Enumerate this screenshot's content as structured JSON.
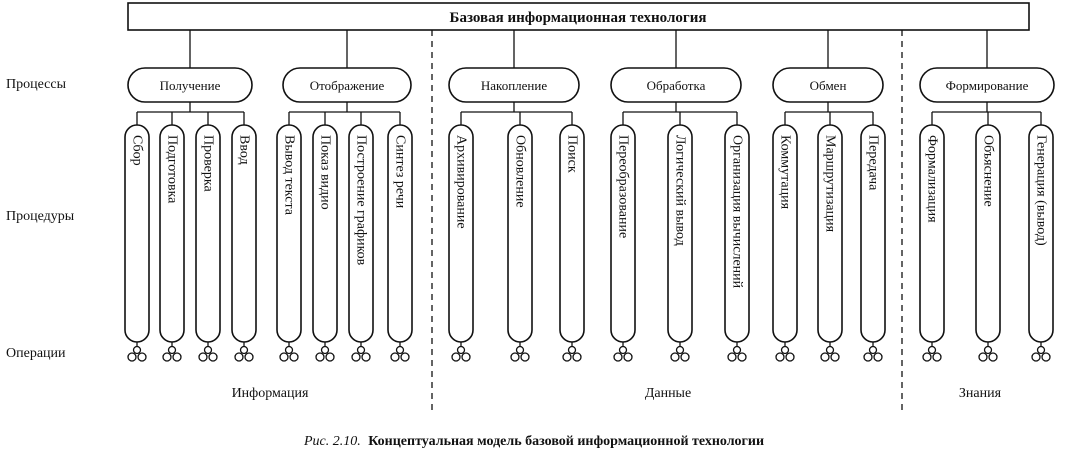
{
  "title": "Базовая информационная технология",
  "row_labels": {
    "processes": "Процессы",
    "procedures": "Процедуры",
    "operations": "Операции"
  },
  "process_groups": [
    {
      "label": "Получение",
      "procedures": [
        "Сбор",
        "Подготовка",
        "Проверка",
        "Ввод"
      ]
    },
    {
      "label": "Отображение",
      "procedures": [
        "Вывод текста",
        "Показ видио",
        "Построение графиков",
        "Синтез речи"
      ]
    },
    {
      "label": "Накопление",
      "procedures": [
        "Архивирование",
        "Обновление",
        "Поиск"
      ]
    },
    {
      "label": "Обработка",
      "procedures": [
        "Переобразование",
        "Логический вывод",
        "Организация вычислений"
      ]
    },
    {
      "label": "Обмен",
      "procedures": [
        "Коммутация",
        "Маршрутизация",
        "Передача"
      ]
    },
    {
      "label": "Формирование",
      "procedures": [
        "Формализация",
        "Объяснение",
        "Генерация (вывод)"
      ]
    }
  ],
  "domains": [
    "Информация",
    "Данные",
    "Знания"
  ],
  "caption": {
    "prefix": "Рис. 2.10.",
    "text": "Концептуальная модель базовой информационной технологии"
  }
}
